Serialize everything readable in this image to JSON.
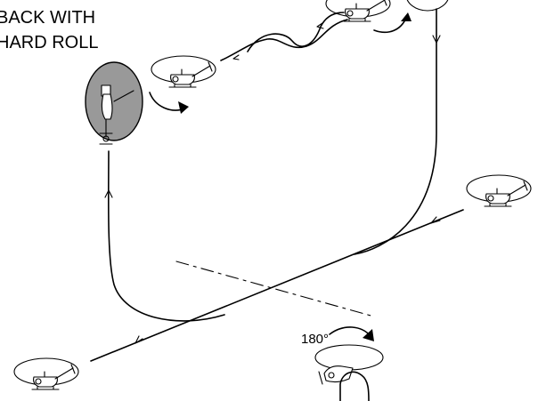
{
  "caption": {
    "line1": "BACK WITH",
    "line2": "HARD ROLL"
  },
  "rotation_label": "180°",
  "colors": {
    "ink": "#000000",
    "roll_disc": "#999999",
    "background": "#ffffff"
  },
  "icons": {
    "helicopter": "helicopter-icon",
    "rotor_disc": "rotor-disc-icon",
    "arrow": "arrow-icon"
  }
}
